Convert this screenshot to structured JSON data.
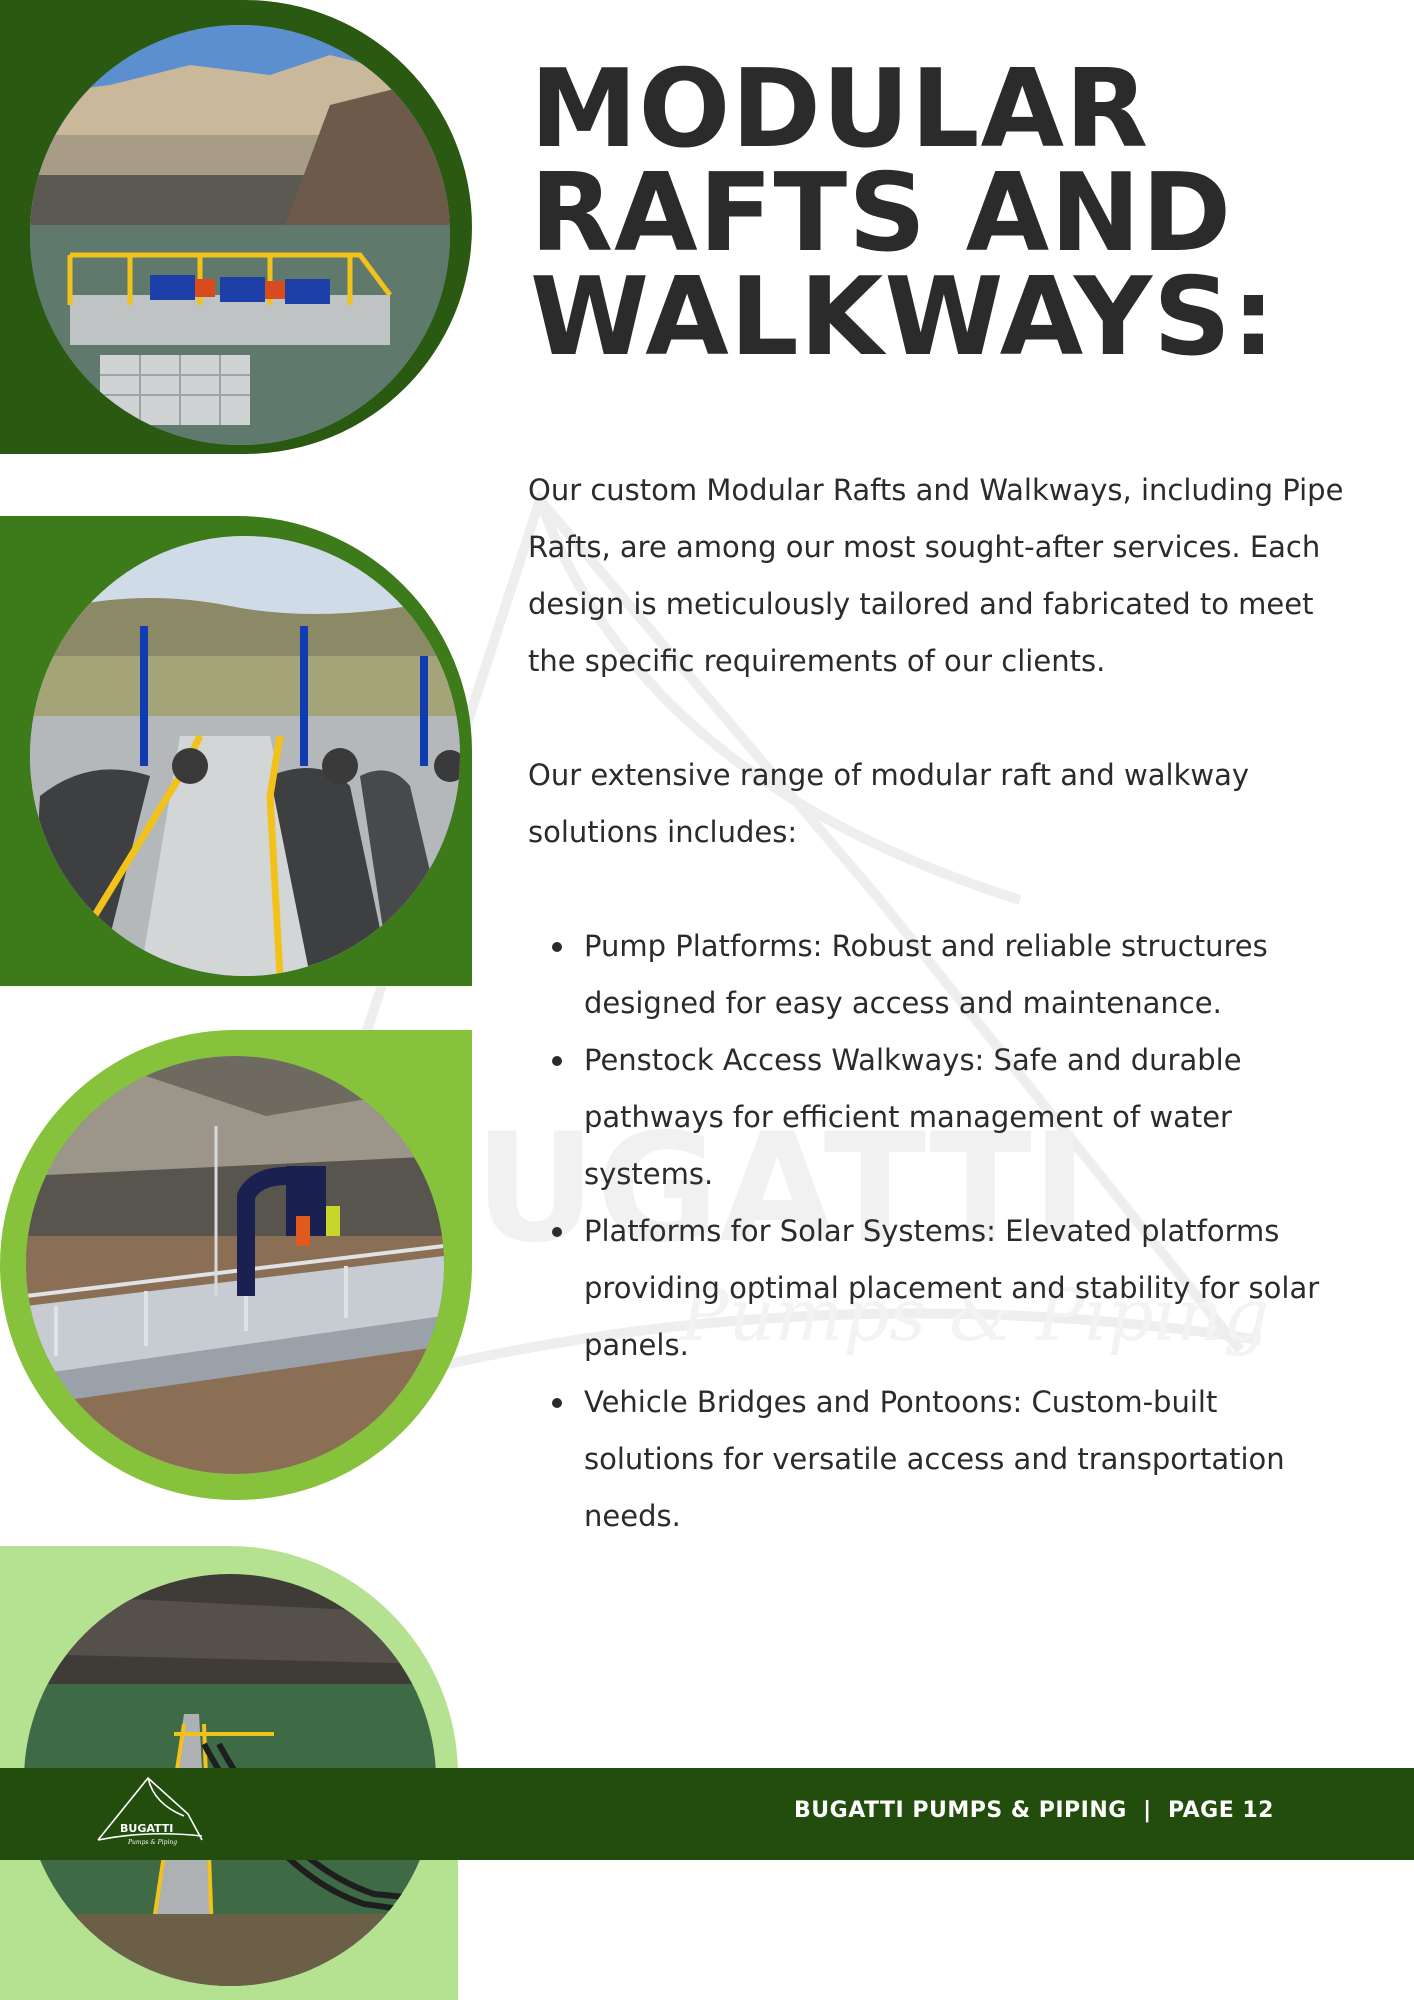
{
  "document": {
    "title_lines": [
      "MODULAR",
      "RAFTS AND",
      "WALKWAYS:"
    ],
    "paragraphs": [
      "Our custom Modular Rafts and Walkways, including Pipe Rafts, are among our most sought-after services. Each design is meticulously tailored and fabricated to meet the specific requirements of our clients.",
      "Our extensive range of modular raft and walkway solutions includes:"
    ],
    "list_items": [
      "Pump Platforms: Robust and reliable structures designed for easy access and maintenance.",
      "Penstock Access Walkways: Safe and durable pathways for efficient management of water systems.",
      "Platforms for Solar Systems: Elevated platforms providing optimal placement and stability for solar panels.",
      "Vehicle Bridges and Pontoons: Custom-built solutions for versatile access and transportation needs."
    ]
  },
  "footer": {
    "text": "BUGATTI PUMPS & PIPING  |  PAGE 12",
    "logo_text": "BUGATTI",
    "logo_subtext": "Pumps & Piping"
  },
  "watermark": {
    "text": "BUGATTI",
    "subtext": "Pumps & Piping"
  },
  "colors": {
    "dark_green": "#224d0c",
    "green": "#3d7b1a",
    "light_green": "#86c23b",
    "pale_green": "#b4e291",
    "text": "#2b2b2b"
  },
  "photos": [
    {
      "icon": "pump-platform-photo"
    },
    {
      "icon": "pipe-raft-walkway-photo"
    },
    {
      "icon": "penstock-walkway-photo"
    },
    {
      "icon": "long-walkway-photo"
    }
  ]
}
